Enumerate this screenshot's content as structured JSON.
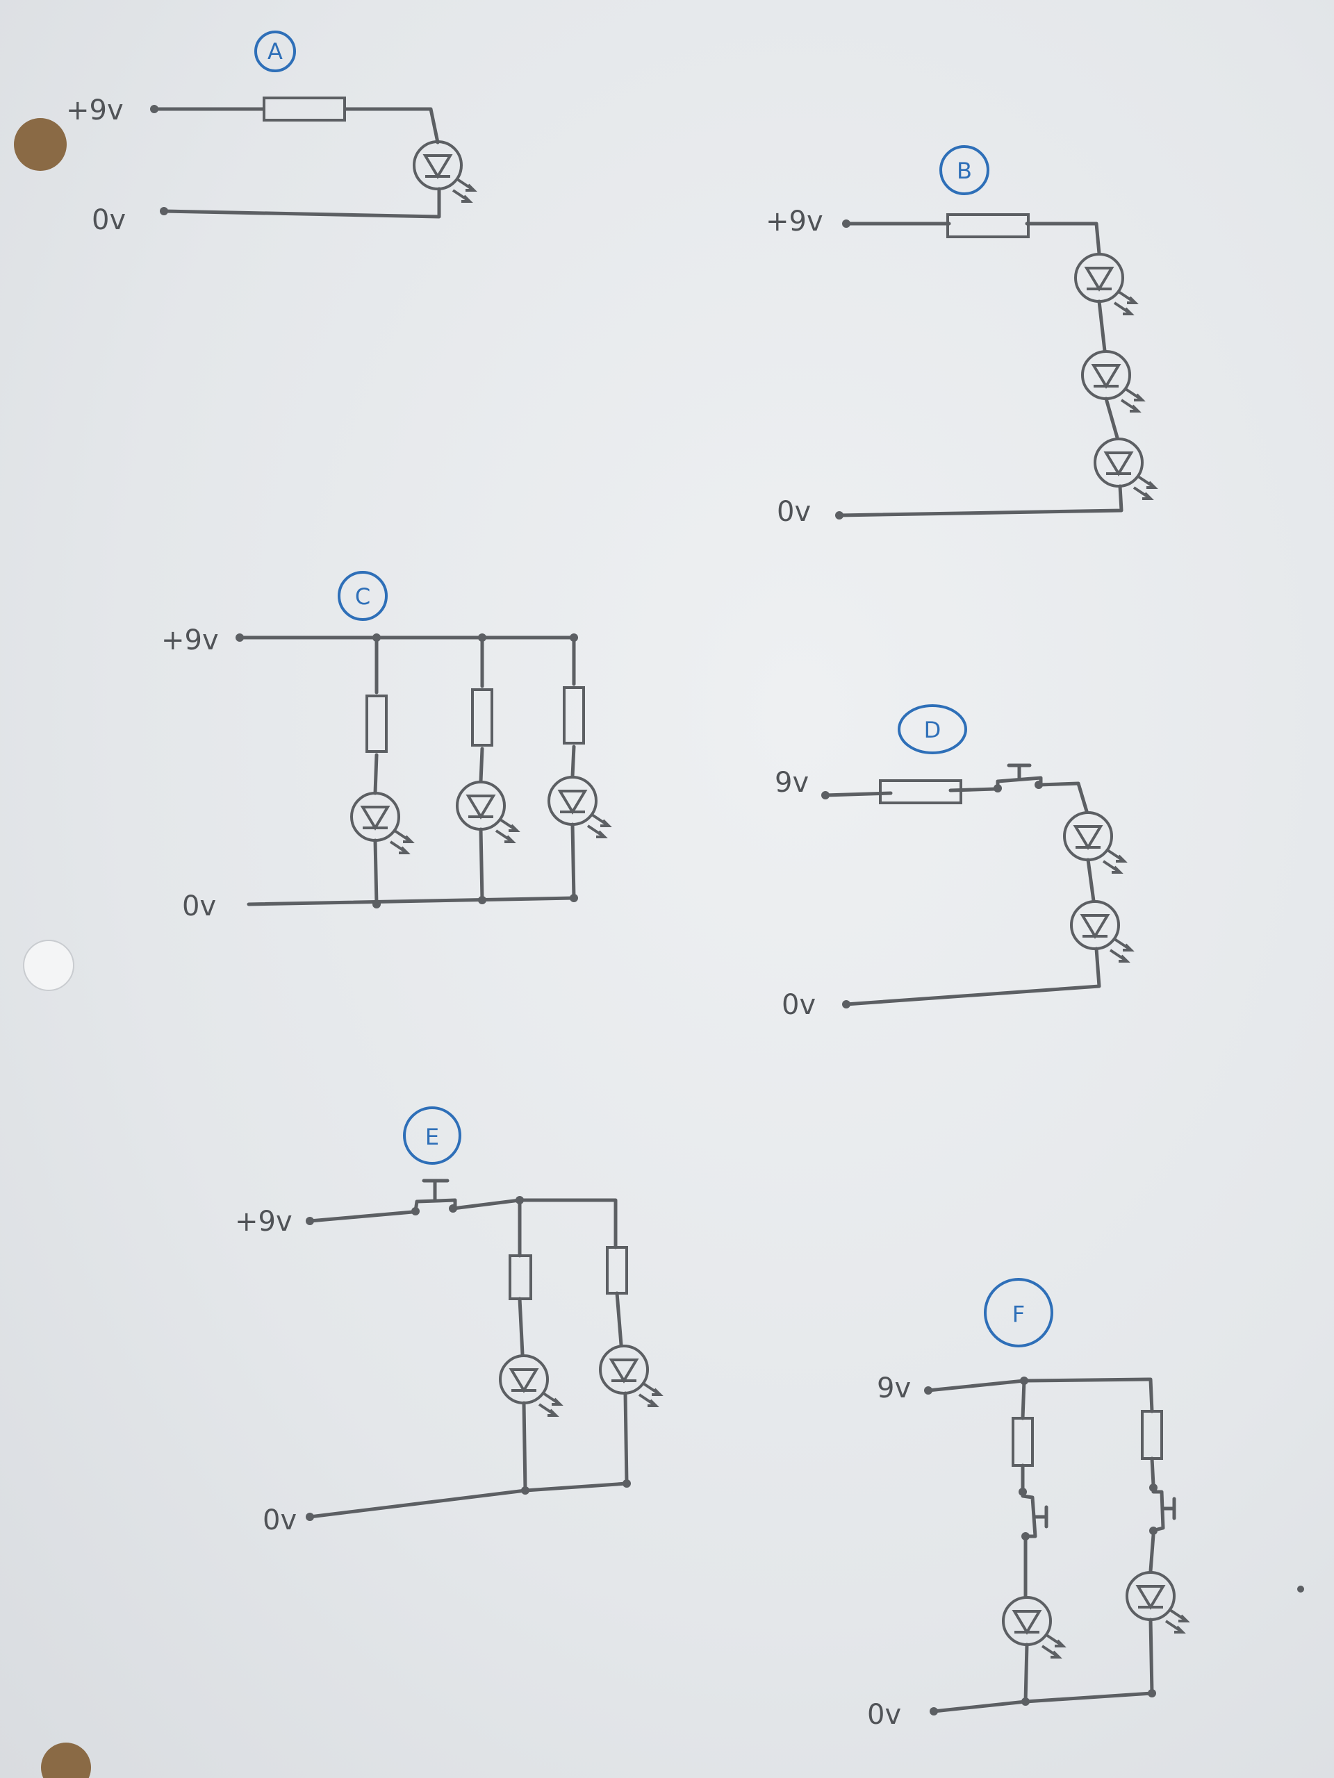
{
  "circuits": [
    {
      "id": "A",
      "supply": "+9v",
      "ground": "0v"
    },
    {
      "id": "B",
      "supply": "+9v",
      "ground": "0v"
    },
    {
      "id": "C",
      "supply": "+9v",
      "ground": "0v"
    },
    {
      "id": "D",
      "supply": "9v",
      "ground": "0v"
    },
    {
      "id": "E",
      "supply": "+9v",
      "ground": "0v"
    },
    {
      "id": "F",
      "supply": "9v",
      "ground": "0v"
    }
  ],
  "colors": {
    "ink": "#5c5f63",
    "badge": "#2e6fb8",
    "paper": "#e6e9ec"
  }
}
